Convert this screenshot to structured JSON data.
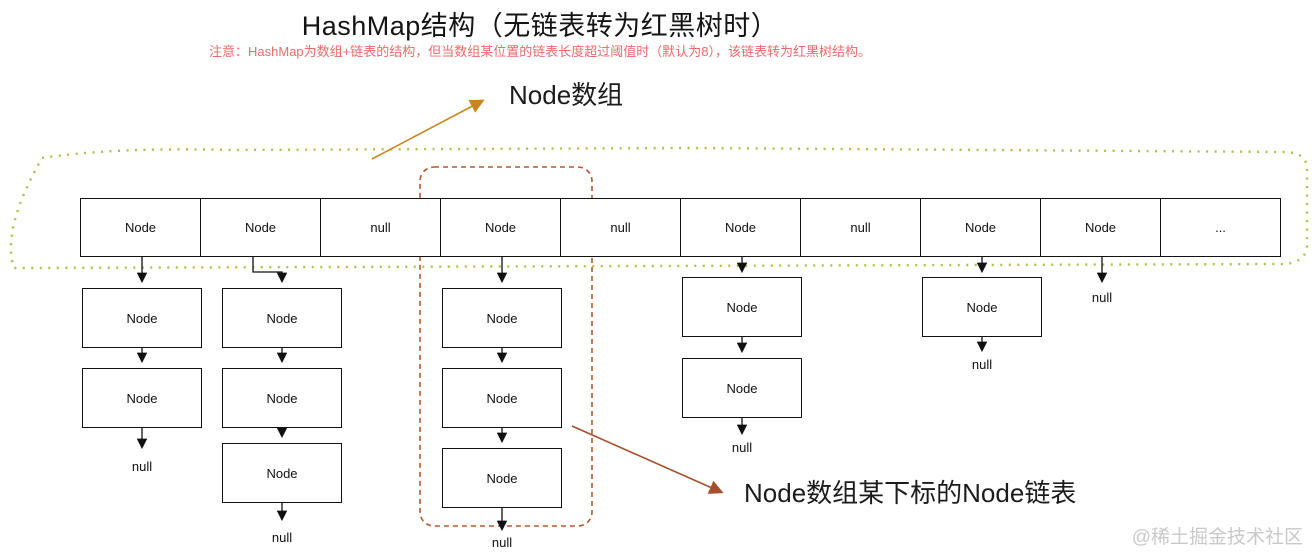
{
  "title": "HashMap结构（无链表转为红黑树时）",
  "note": "注意：HashMap为数组+链表的结构，但当数组某位置的链表长度超过阈值时（默认为8），该链表转为红黑树结构。",
  "annotations": {
    "array_label": "Node数组",
    "list_label": "Node数组某下标的Node链表"
  },
  "watermark": "@稀土掘金技术社区",
  "array": {
    "cells": [
      "Node",
      "Node",
      "null",
      "Node",
      "null",
      "Node",
      "null",
      "Node",
      "Node",
      "..."
    ]
  },
  "lists": {
    "col0": {
      "nodes": [
        "Node",
        "Node"
      ],
      "terminator": "null"
    },
    "col1": {
      "nodes": [
        "Node",
        "Node",
        "Node"
      ],
      "terminator": "null"
    },
    "col3": {
      "nodes": [
        "Node",
        "Node",
        "Node"
      ],
      "terminator": "null"
    },
    "col5": {
      "nodes": [
        "Node",
        "Node"
      ],
      "terminator": "null"
    },
    "col7": {
      "nodes": [
        "Node"
      ],
      "terminator": "null"
    },
    "col8": {
      "nodes": [],
      "terminator": "null"
    }
  },
  "colors": {
    "outline_dotted": "#b5bd44",
    "dashed_region": "#b25a2b",
    "arrow_array_label": "#c8861d",
    "arrow_list_label": "#a4502c",
    "note_red": "#ee6a6a",
    "line_black": "#111111",
    "watermark_gray": "#c9c9c9"
  }
}
